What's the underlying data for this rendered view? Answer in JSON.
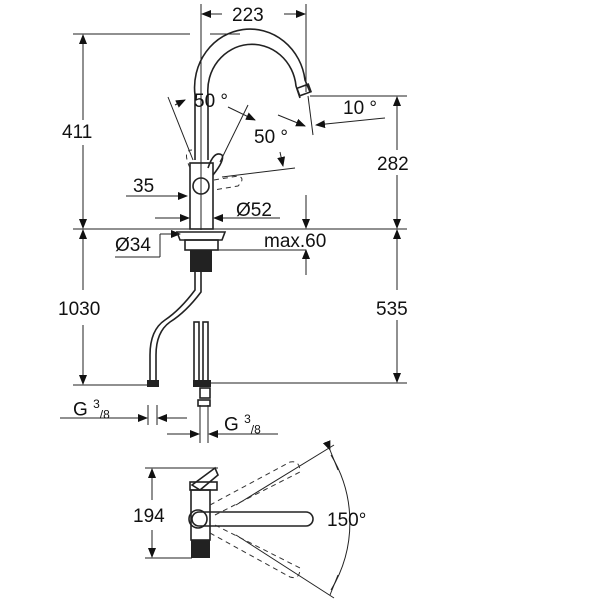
{
  "dimensions": {
    "spout_reach": "223",
    "height_above_deck": "411",
    "spout_height": "282",
    "handle_angle_left": "50 °",
    "handle_angle_right": "50 °",
    "spout_angle": "10 °",
    "body_offset": "35",
    "base_diameter": "Ø52",
    "hole_diameter": "Ø34",
    "max_deck_thickness": "max.60",
    "hose_length": "1030",
    "shank_length": "535",
    "connection_left": {
      "g": "G",
      "num": "3",
      "den": "/8"
    },
    "connection_right": {
      "g": "G",
      "num": "3",
      "den": "/8"
    },
    "side_height": "194",
    "swivel_angle": "150°"
  }
}
